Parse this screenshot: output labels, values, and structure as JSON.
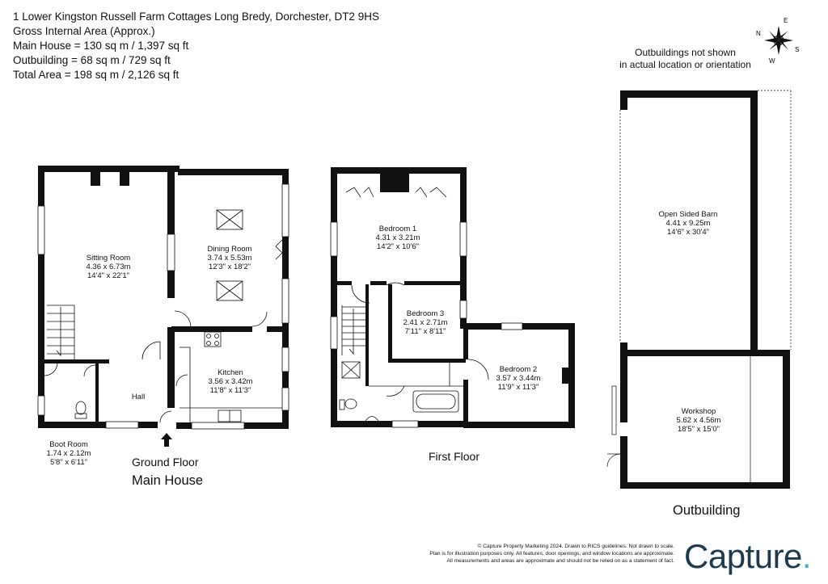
{
  "header": {
    "address": "1 Lower Kingston Russell Farm Cottages Long Bredy, Dorchester, DT2 9HS",
    "area_title": "Gross Internal Area (Approx.)",
    "main_house": "Main House = 130 sq m / 1,397 sq ft",
    "outbuilding": "Outbuilding = 68 sq m / 729 sq ft",
    "total": "Total Area = 198 sq m / 2,126 sq ft"
  },
  "note": {
    "line1": "Outbuildings not shown",
    "line2": "in actual location or orientation"
  },
  "compass": {
    "n": "N",
    "e": "E",
    "s": "S",
    "w": "W"
  },
  "rooms": {
    "sitting": {
      "name": "Sitting Room",
      "metric": "4.36 x 6.73m",
      "imperial": "14'4\" x 22'1\""
    },
    "dining": {
      "name": "Dining Room",
      "metric": "3.74 x 5.53m",
      "imperial": "12'3\" x 18'2\""
    },
    "kitchen": {
      "name": "Kitchen",
      "metric": "3.56 x 3.42m",
      "imperial": "11'8\" x 11'3\""
    },
    "hall": {
      "name": "Hall"
    },
    "boot": {
      "name": "Boot Room",
      "metric": "1.74 x 2.12m",
      "imperial": "5'8\" x 6'11\""
    },
    "bed1": {
      "name": "Bedroom 1",
      "metric": "4.31 x 3.21m",
      "imperial": "14'2\" x 10'6\""
    },
    "bed2": {
      "name": "Bedroom 2",
      "metric": "3.57 x 3.44m",
      "imperial": "11'9\" x 11'3\""
    },
    "bed3": {
      "name": "Bedroom 3",
      "metric": "2.41 x 2.71m",
      "imperial": "7'11\" x 8'11\""
    },
    "barn": {
      "name": "Open Sided Barn",
      "metric": "4.41 x 9.25m",
      "imperial": "14'6\" x 30'4\""
    },
    "workshop": {
      "name": "Workshop",
      "metric": "5.62 x 4.56m",
      "imperial": "18'5\" x 15'0\""
    }
  },
  "floors": {
    "ground": "Ground Floor",
    "main_house": "Main House",
    "first": "First Floor",
    "outbuilding": "Outbuilding"
  },
  "footer": {
    "line1": "© Capture Property Marketing 2024. Drawn to RICS guidelines.  Not drawn to scale.",
    "line2": "Plan is for illustration purposes only. All features, door openings, and window locations are approximate.",
    "line3": "All measurements and areas are approximate and should not be relied on as a statement of fact."
  },
  "logo": {
    "text": "Capture",
    "dot": "."
  },
  "colors": {
    "wall": "#111111",
    "logo": "#1e3a4c",
    "logo_dot": "#3fb6c6"
  }
}
